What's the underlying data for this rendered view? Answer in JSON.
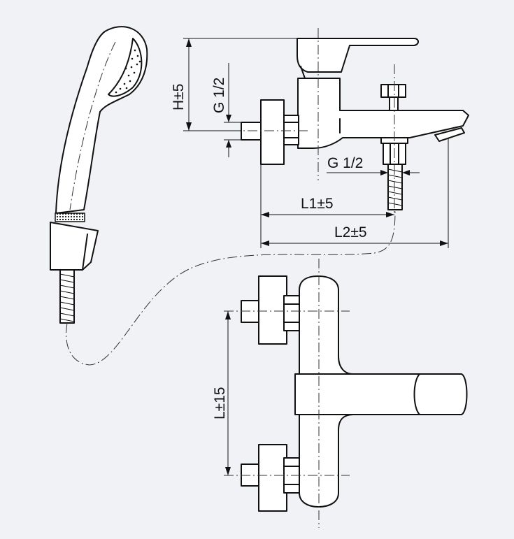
{
  "diagram": {
    "labels": {
      "h": "H±5",
      "g_top": "G 1/2",
      "g_bottom": "G 1/2",
      "l1": "L1±5",
      "l2": "L2±5",
      "l": "L±15"
    },
    "colors": {
      "background": "#f1f2f6",
      "line": "#111111",
      "fill": "#ffffff"
    }
  }
}
